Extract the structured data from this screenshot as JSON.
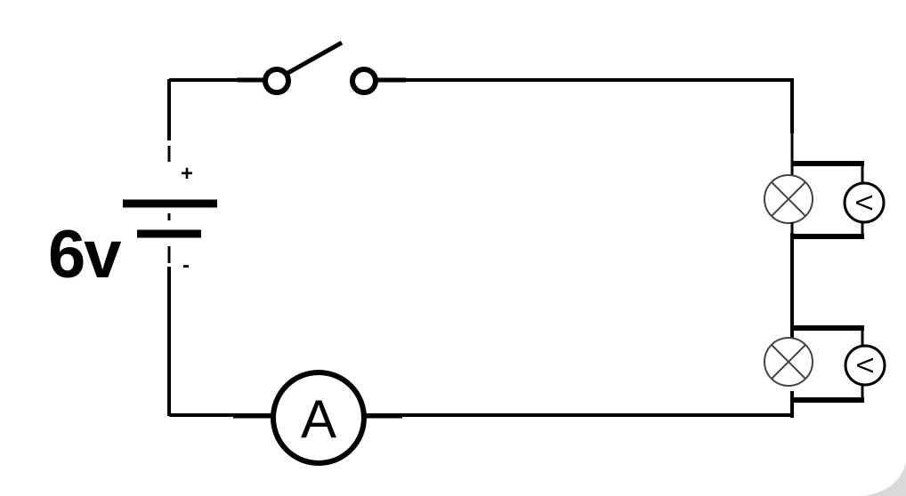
{
  "battery": {
    "voltage_label": "6v",
    "plus_label": "+",
    "minus_label": "-"
  },
  "ammeter": {
    "label": "A"
  },
  "voltmeters": [
    {
      "label": "V"
    },
    {
      "label": "V"
    }
  ],
  "colors": {
    "wire": "#000000",
    "bulb_outline": "#333333",
    "background": "#ffffff",
    "corner_shade": "#d9d9d9"
  }
}
